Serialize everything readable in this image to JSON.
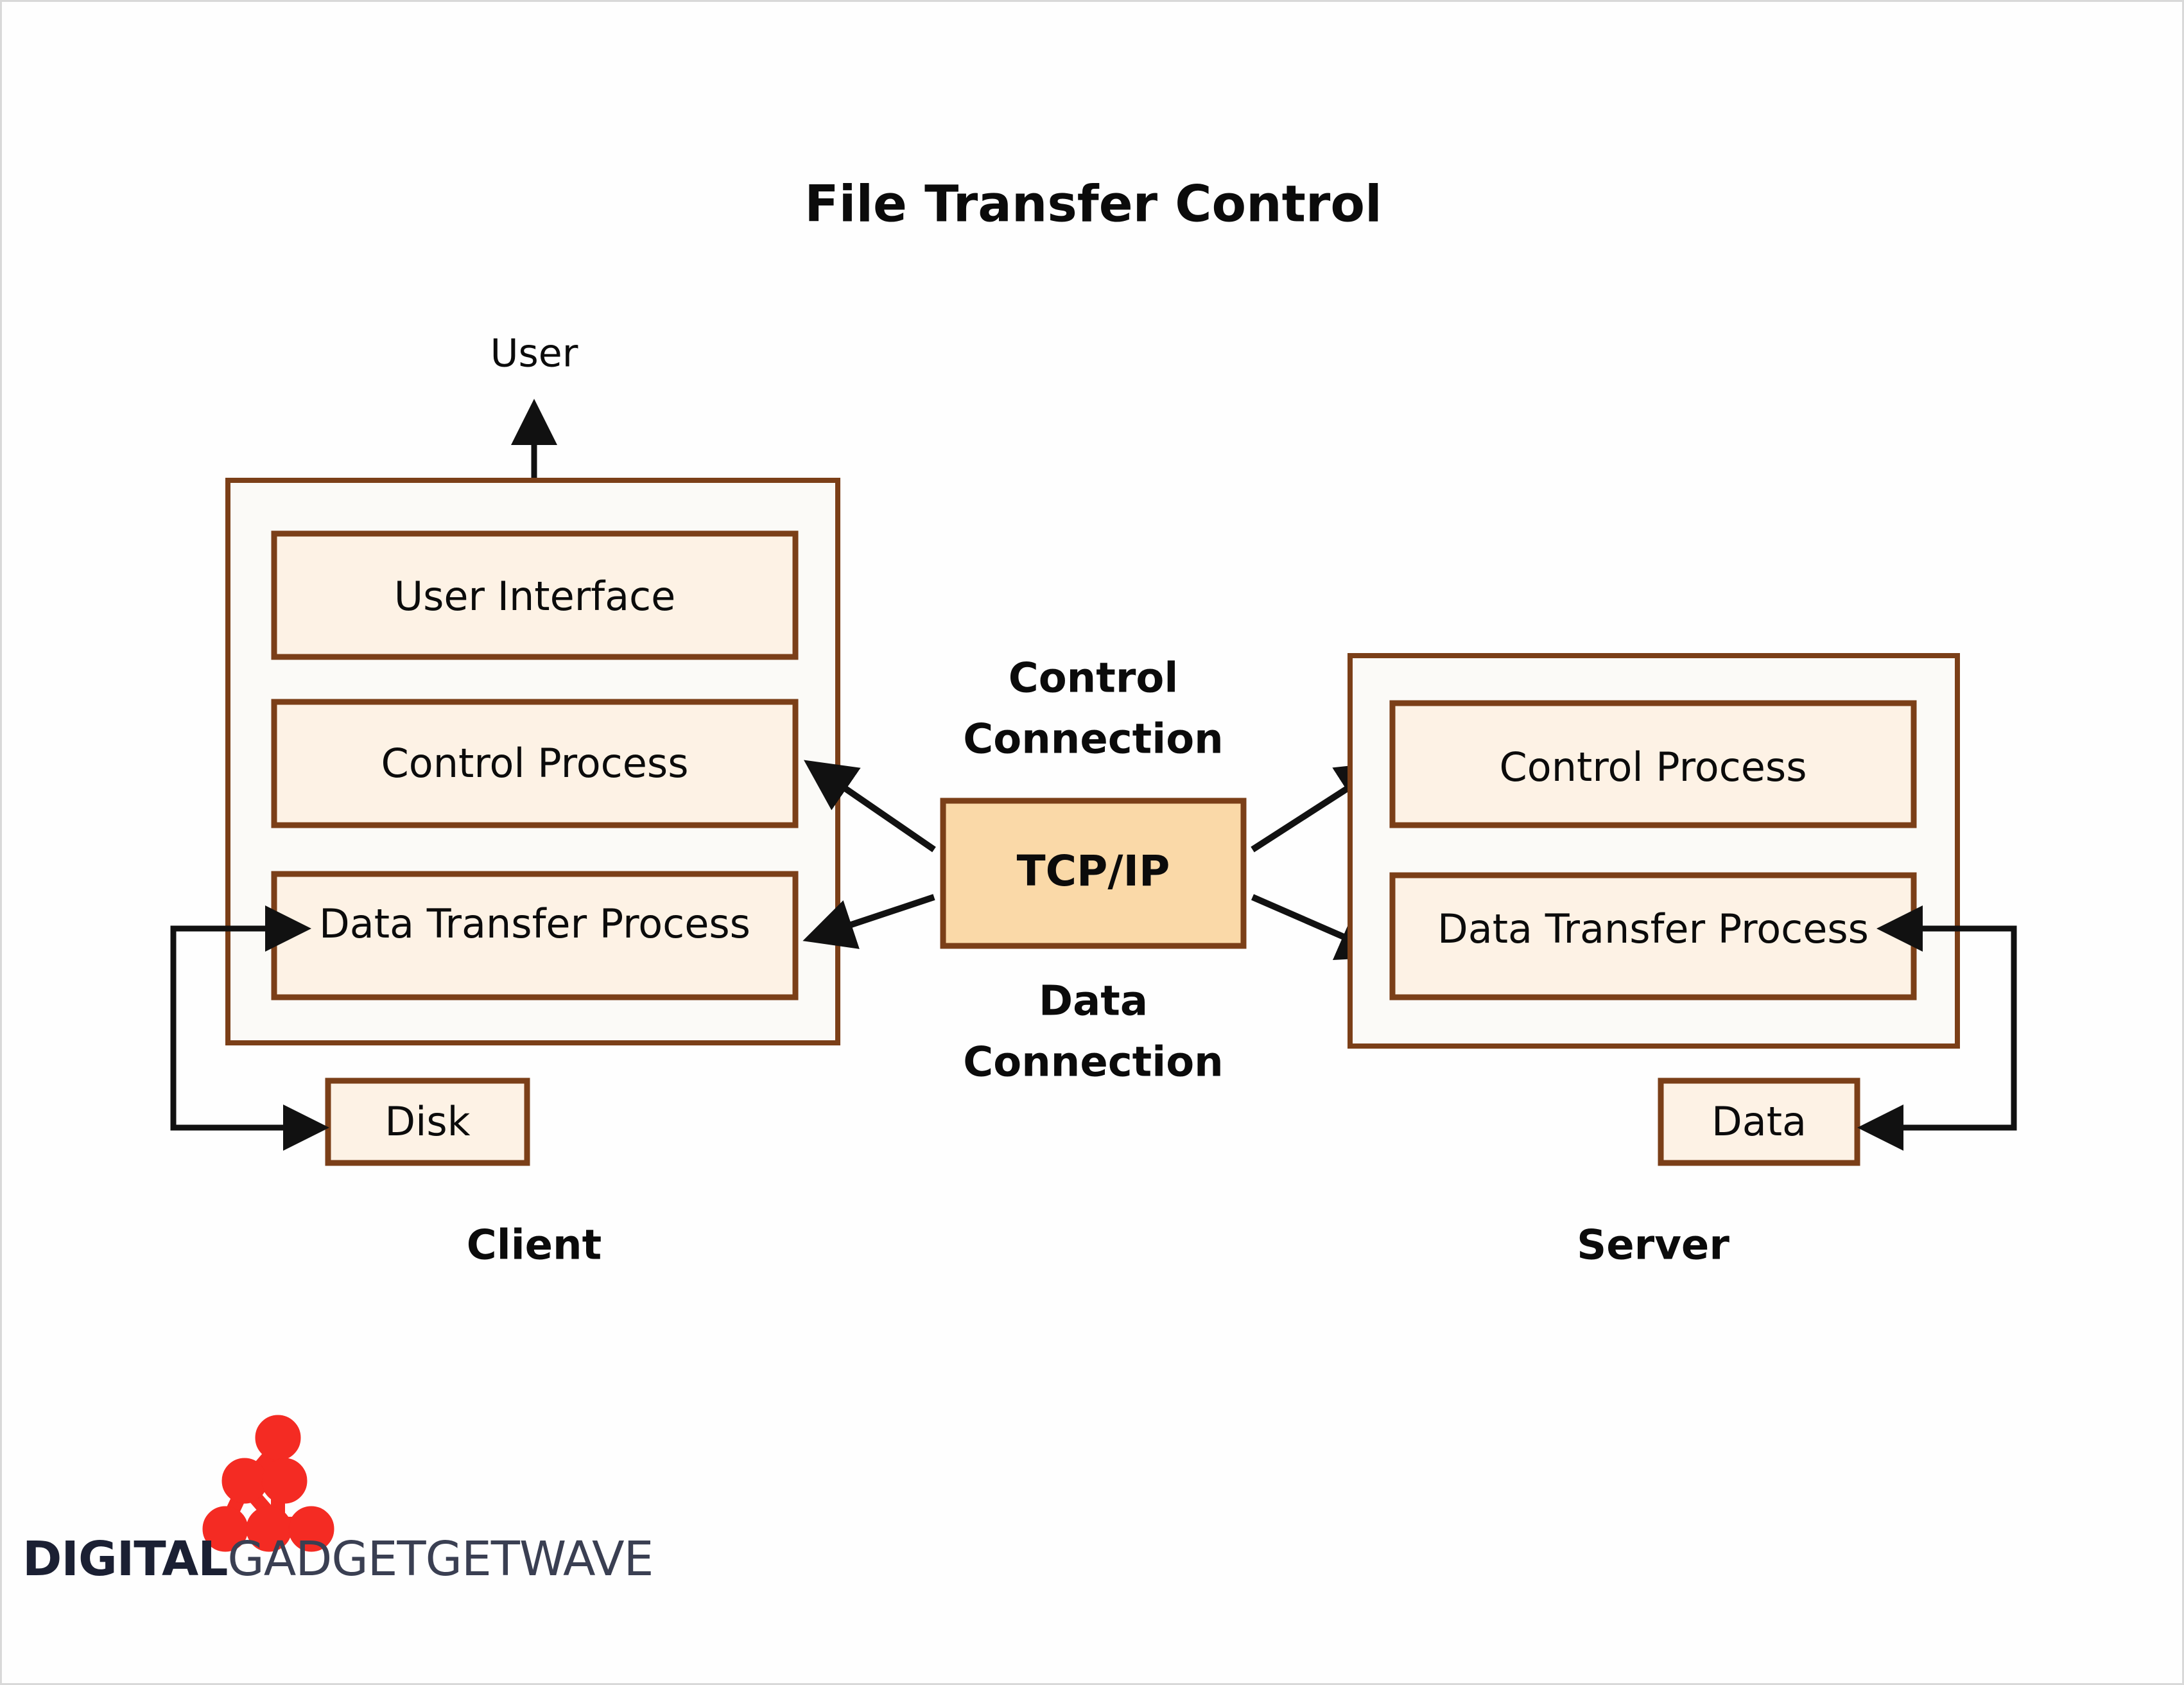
{
  "page": {
    "title": "File Transfer Control",
    "background_color": "#fefefe",
    "frame_color": "#d9d9d9"
  },
  "theme": {
    "box_fill": "#fdf2e5",
    "box_stroke": "#7b3f18",
    "tcpip_fill": "#fad9a8",
    "container_fill": "#fbfaf7",
    "arrow_color": "#111111",
    "logo_red": "#f42b23",
    "logo_navy": "#1b2033",
    "logo_gray": "#3a3f52"
  },
  "diagram": {
    "type": "block-diagram",
    "client": {
      "group_label": "Client",
      "boxes": [
        {
          "id": "user-interface",
          "label": "User Interface"
        },
        {
          "id": "control-process",
          "label": "Control Process"
        },
        {
          "id": "data-transfer-process",
          "label": "Data Transfer Process"
        }
      ],
      "external_boxes": [
        {
          "id": "disk",
          "label": "Disk"
        }
      ],
      "external_label": "User"
    },
    "network": {
      "box_label": "TCP/IP",
      "top_label_line1": "Control",
      "top_label_line2": "Connection",
      "bottom_label_line1": "Data",
      "bottom_label_line2": "Connection"
    },
    "server": {
      "group_label": "Server",
      "boxes": [
        {
          "id": "control-process",
          "label": "Control Process"
        },
        {
          "id": "data-transfer-process",
          "label": "Data Transfer Process"
        }
      ],
      "external_boxes": [
        {
          "id": "data",
          "label": "Data"
        }
      ]
    },
    "connections": [
      {
        "from": "user",
        "to": "user-interface",
        "kind": "bidirectional"
      },
      {
        "from": "tcpip",
        "to": "client-control-process",
        "kind": "directed",
        "channel": "Control Connection"
      },
      {
        "from": "tcpip",
        "to": "client-data-transfer-process",
        "kind": "directed",
        "channel": "Data Connection"
      },
      {
        "from": "tcpip",
        "to": "server-control-process",
        "kind": "directed",
        "channel": "Control Connection"
      },
      {
        "from": "tcpip",
        "to": "server-data-transfer-process",
        "kind": "directed",
        "channel": "Data Connection"
      },
      {
        "from": "client-data-transfer-process",
        "to": "disk",
        "kind": "loop"
      },
      {
        "from": "server-data-transfer-process",
        "to": "data",
        "kind": "loop"
      }
    ]
  },
  "logo": {
    "wordmark_bold": "DIGITAL",
    "wordmark_light": "GADGETGETWAVE",
    "mark_name": "network-nodes-logo"
  }
}
